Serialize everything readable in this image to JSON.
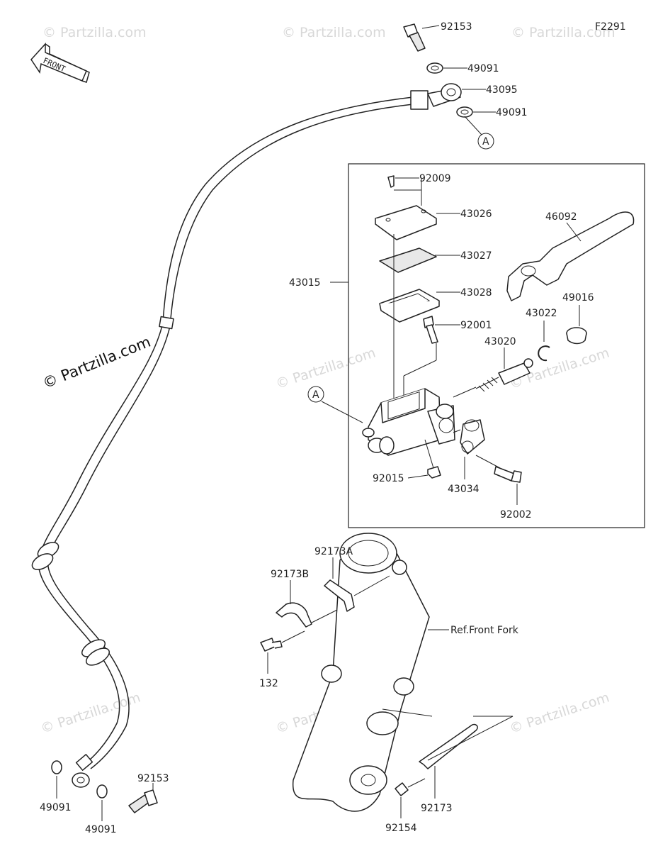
{
  "figure_code": "F2291",
  "front_arrow_label": "FRONT",
  "watermark_text": "© Partzilla.com",
  "callout_a": "A",
  "labels": {
    "p92153_top": "92153",
    "p49091_a": "49091",
    "p43095": "43095",
    "p49091_b": "49091",
    "p92009": "92009",
    "p43026": "43026",
    "p43027": "43027",
    "p43028": "43028",
    "p43015": "43015",
    "p46092": "46092",
    "p49016": "49016",
    "p43022": "43022",
    "p92001": "92001",
    "p43020": "43020",
    "p92015": "92015",
    "p43034": "43034",
    "p92002": "92002",
    "p92173A": "92173A",
    "p92173B": "92173B",
    "ref_front_fork": "Ref.Front Fork",
    "p132": "132",
    "p49091_c": "49091",
    "p92153_bottom": "92153",
    "p49091_d": "49091",
    "p92154": "92154",
    "p92173": "92173"
  }
}
